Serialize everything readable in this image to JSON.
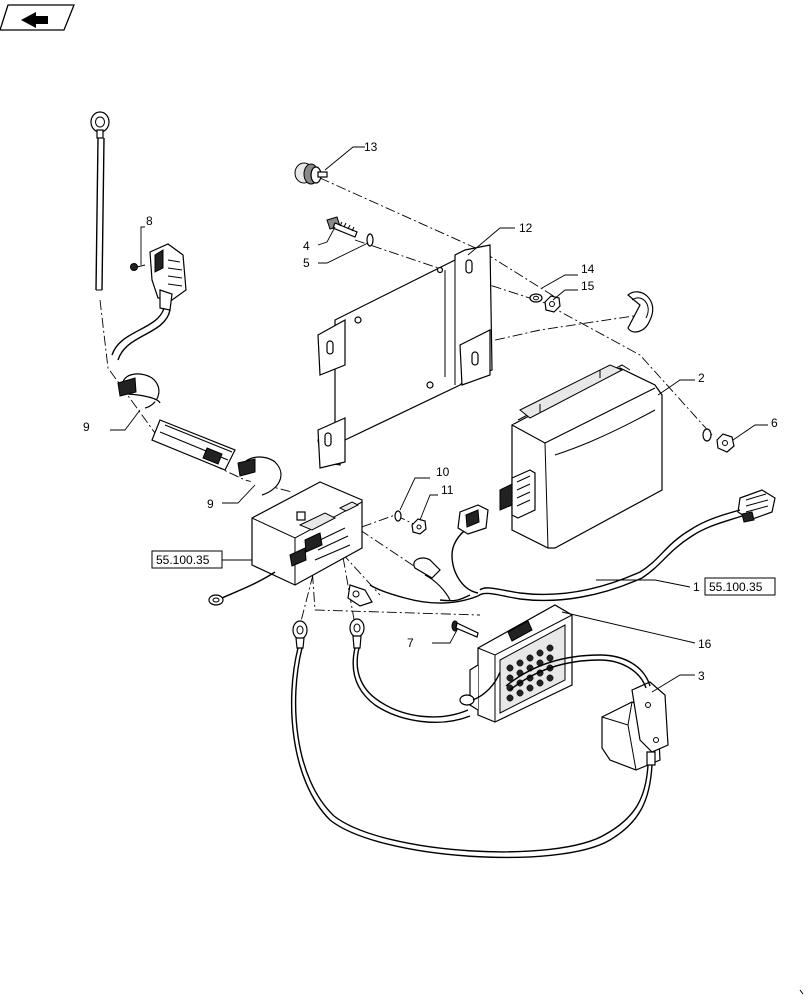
{
  "nav_icon": {
    "name": "back-arrow-icon"
  },
  "callouts": {
    "c13": "13",
    "c8": "8",
    "c4": "4",
    "c5": "5",
    "c12": "12",
    "c14": "14",
    "c15": "15",
    "c9a": "9",
    "c2": "2",
    "c6": "6",
    "c9b": "9",
    "c10": "10",
    "c11": "11",
    "c1": "1",
    "c7": "7",
    "c16": "16",
    "c3": "3"
  },
  "references": {
    "left": "55.100.35",
    "right": "55.100.35"
  }
}
